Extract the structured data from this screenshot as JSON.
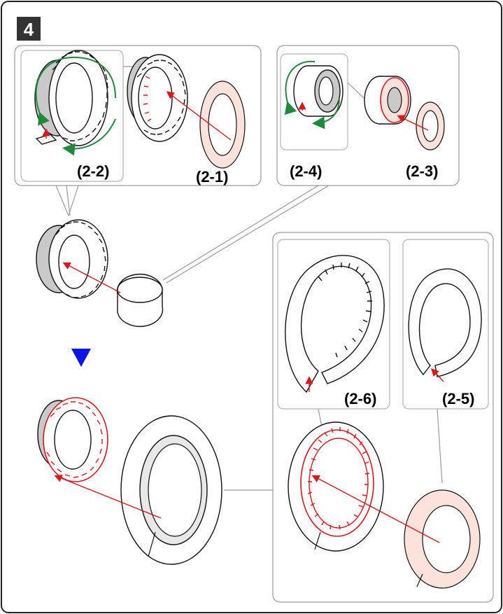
{
  "step": {
    "number": "4"
  },
  "labels": {
    "s2_1": "(2-1)",
    "s2_2": "(2-2)",
    "s2_3": "(2-3)",
    "s2_4": "(2-4)",
    "s2_5": "(2-5)",
    "s2_6": "(2-6)"
  },
  "colors": {
    "arrow_red": "#e0141b",
    "arrow_green": "#1e8a3c",
    "down_triangle": "#0a14e6",
    "glue_pink": "#fbe3dc"
  },
  "icons": [
    "step-number-badge",
    "down-triangle-icon"
  ]
}
